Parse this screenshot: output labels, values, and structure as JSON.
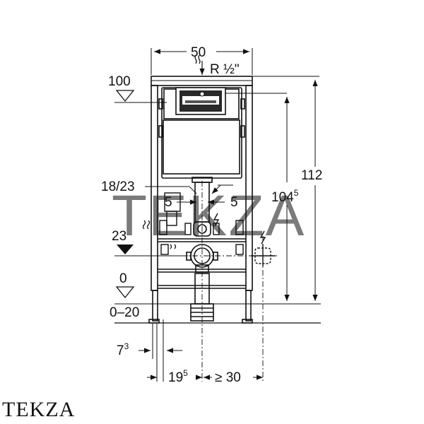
{
  "drawing": {
    "width_total": "50",
    "supply_connection": "R ½\"",
    "level_top": "100",
    "level_drain": "23",
    "level_floor": "0",
    "floor_range": "0–20",
    "height_total": "112",
    "height_frame_base": "104",
    "height_frame_sup": "5",
    "drain_range": "18/23",
    "offset_left": "5",
    "offset_right": "5",
    "foot_offset_base": "7",
    "foot_offset_sup": "3",
    "axis_offset_base": "19",
    "axis_offset_sup": "5",
    "min_clearance": "≥ 30"
  },
  "watermark": "TEKZA",
  "brand": "TEKZA"
}
